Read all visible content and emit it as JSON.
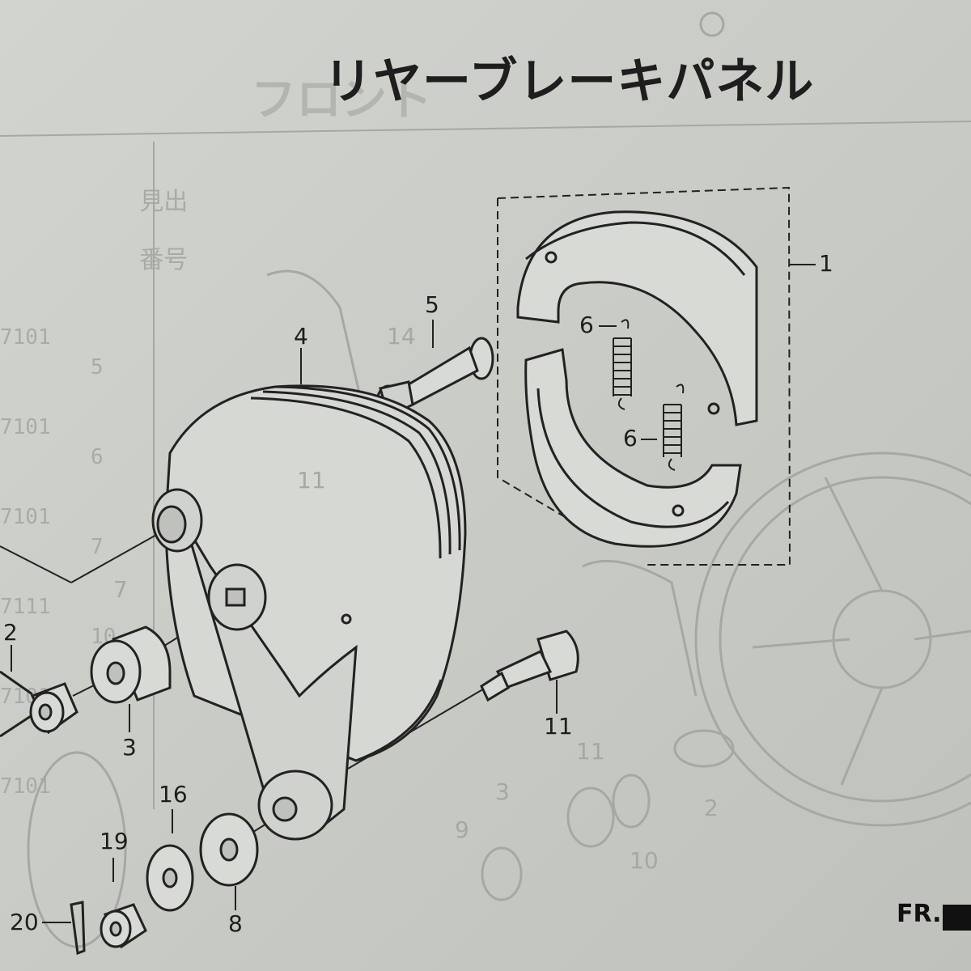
{
  "diagram": {
    "title": "リヤーブレーキパネル",
    "background_title_fragment": "フロント",
    "side_column_heading": [
      "見出",
      "番号"
    ],
    "side_column_codes": [
      "7101",
      "7101",
      "7101",
      "7111",
      "7101",
      "7101"
    ],
    "side_column_refs": [
      "5",
      "6",
      "7",
      "10"
    ],
    "callouts": [
      "1",
      "2",
      "3",
      "4",
      "5",
      "6",
      "6",
      "8",
      "11",
      "16",
      "19",
      "20"
    ],
    "background_callouts": [
      "14",
      "11",
      "7",
      "11",
      "3",
      "9",
      "2",
      "10"
    ],
    "direction_mark": "FR."
  }
}
